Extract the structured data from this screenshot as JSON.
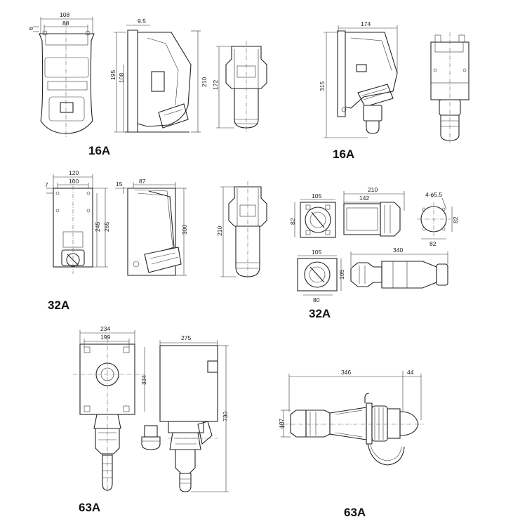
{
  "captions": {
    "top_left": "16A",
    "top_right": "16A",
    "mid_left": "32A",
    "mid_right": "32A",
    "bottom_left": "63A",
    "bottom_right": "63A"
  },
  "dims": {
    "d108w": "108",
    "d88": "88",
    "d6": "6",
    "d195": "195",
    "d108h": "108",
    "d9_5": "9.5",
    "d210a": "210",
    "d172": "172",
    "d174": "174",
    "d315": "315",
    "d120": "120",
    "d100": "100",
    "d7": "7",
    "d245": "245",
    "d265": "265",
    "d15": "15",
    "d87a": "87",
    "d300": "300",
    "d210b": "210",
    "d105a": "105",
    "d82a": "82",
    "d210c": "210",
    "d142": "142",
    "d4phi": "4-ϕ5.5",
    "d82b": "82",
    "d82c": "82",
    "d105b": "105",
    "d105c": "105",
    "d80": "80",
    "d340": "340",
    "d234": "234",
    "d199": "199",
    "d334": "334",
    "d275": "275",
    "d730": "730",
    "d346": "346",
    "d44": "44",
    "dphi87": "ϕ87"
  }
}
